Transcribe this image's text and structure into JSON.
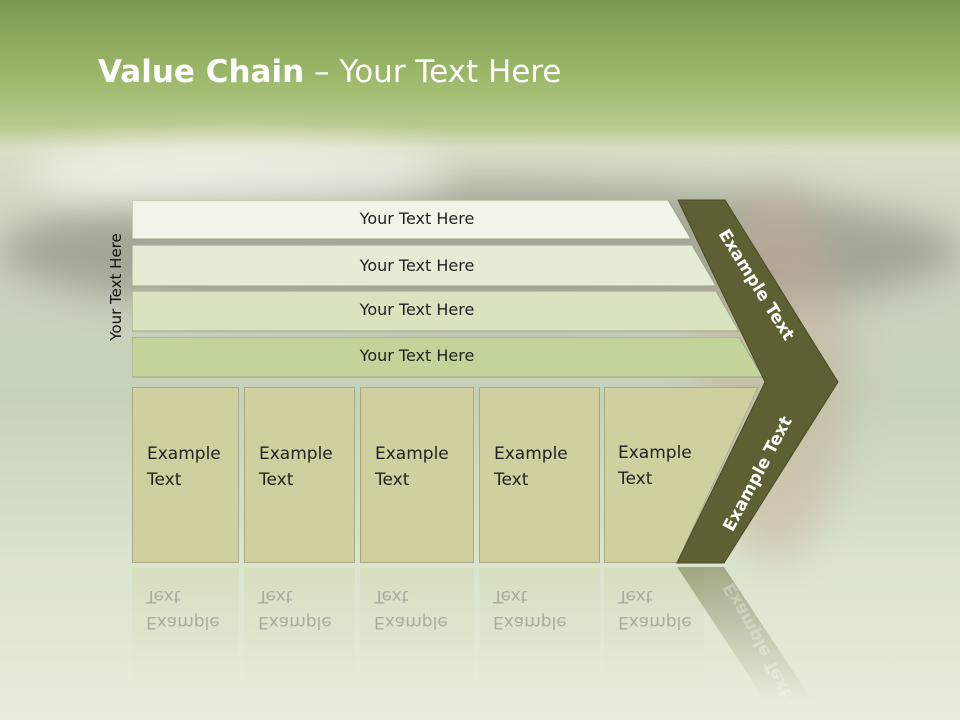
{
  "title": {
    "bold": "Value Chain",
    "rest": " – Your Text Here"
  },
  "side_label": "Your Text Here",
  "bars": [
    {
      "label": "Your Text Here",
      "color": "#f1f5e9"
    },
    {
      "label": "Your Text Here",
      "color": "#e5ecd6"
    },
    {
      "label": "Your Text Here",
      "color": "#d8e3c0"
    },
    {
      "label": "Your Text Here",
      "color": "#c3d49a"
    }
  ],
  "boxes": [
    {
      "line1": "Example",
      "line2": "Text"
    },
    {
      "line1": "Example",
      "line2": "Text"
    },
    {
      "line1": "Example",
      "line2": "Text"
    },
    {
      "line1": "Example",
      "line2": "Text"
    },
    {
      "line1": "Example",
      "line2": "Text"
    }
  ],
  "chevron": {
    "upper": "Example Text",
    "lower": "Example Text",
    "color": "#5e6033"
  }
}
